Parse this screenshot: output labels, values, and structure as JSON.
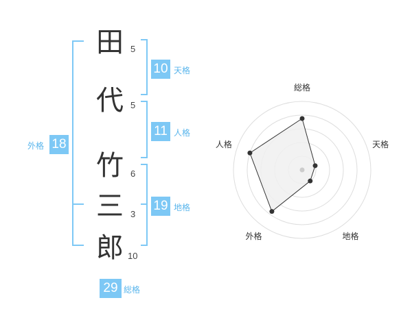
{
  "name": {
    "chars": [
      {
        "char": "田",
        "strokes": "5"
      },
      {
        "char": "代",
        "strokes": "5"
      },
      {
        "char": "竹",
        "strokes": "6"
      },
      {
        "char": "三",
        "strokes": "3"
      },
      {
        "char": "郎",
        "strokes": "10"
      }
    ]
  },
  "fortune": {
    "tenkaku": {
      "value": "10",
      "label": "天格"
    },
    "jinkaku": {
      "value": "11",
      "label": "人格"
    },
    "chikaku": {
      "value": "19",
      "label": "地格"
    },
    "gaikaku": {
      "value": "18",
      "label": "外格"
    },
    "soukaku": {
      "value": "29",
      "label": "総格"
    }
  },
  "colors": {
    "accent": "#7dc8f5",
    "accent_text": "#5bb6ec",
    "bracket": "#7dc8f5",
    "radar_fill": "#f0f0f0",
    "radar_ring": "#dddddd",
    "radar_line": "#333333",
    "radar_center": "#cccccc"
  },
  "chart_data": {
    "type": "radar",
    "axes": [
      "総格",
      "天格",
      "地格",
      "外格",
      "人格"
    ],
    "values": [
      0.75,
      0.2,
      0.2,
      0.75,
      0.8
    ],
    "rings": 5
  }
}
